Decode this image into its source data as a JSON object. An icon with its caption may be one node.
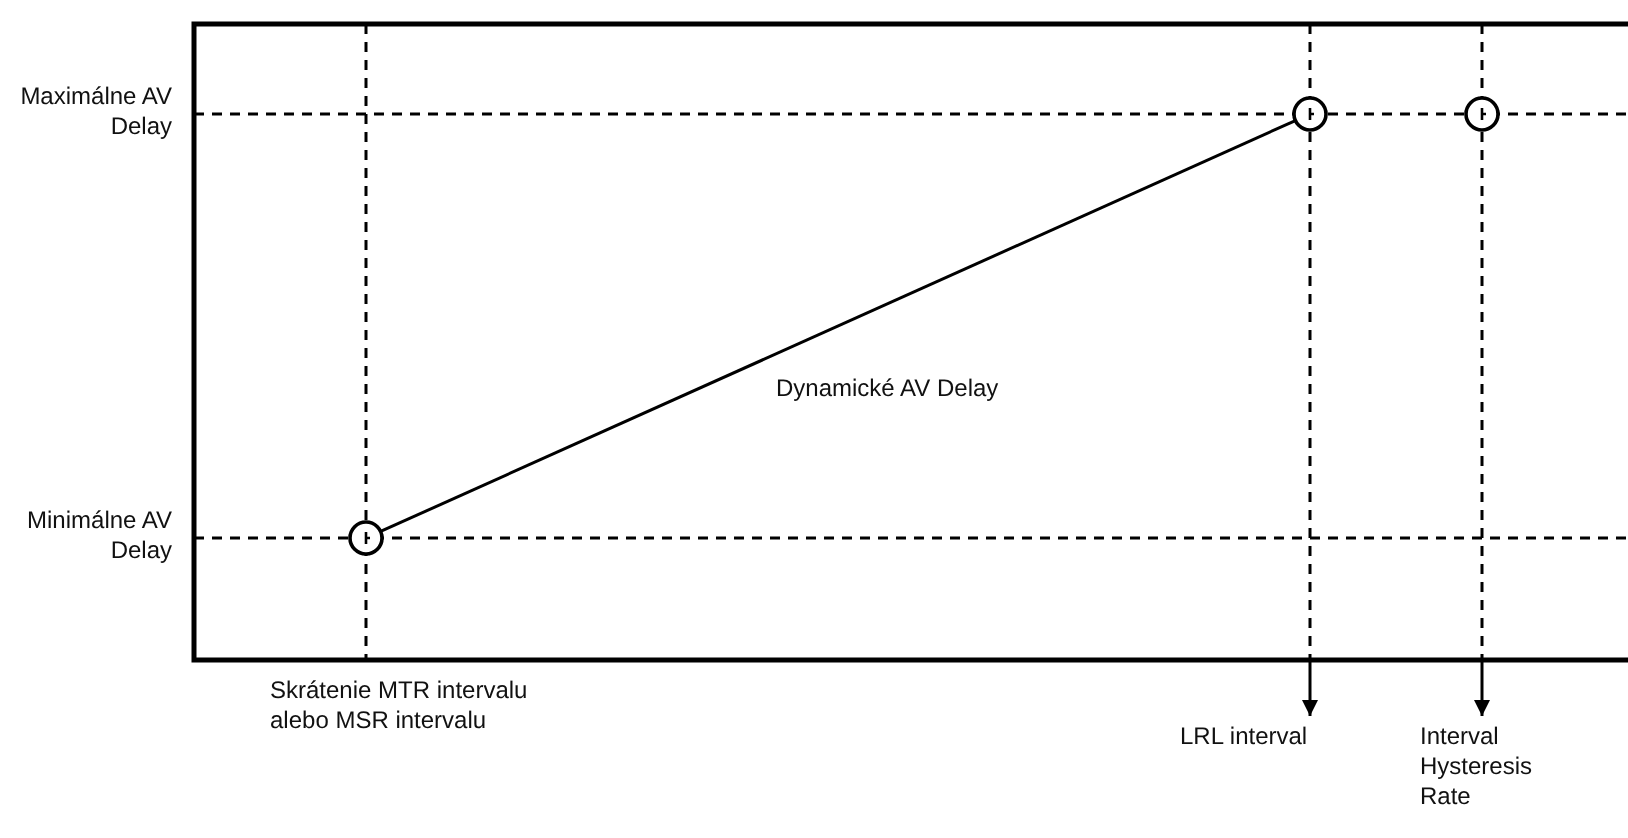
{
  "diagram": {
    "nodes": [
      {
        "text": [],
        "shape": "circle"
      },
      {
        "text": [],
        "shape": "circle"
      },
      {
        "text": [],
        "shape": "circle"
      },
      {
        "text": [
          "LRL interval"
        ]
      },
      {
        "text": [
          "Interval Hysteresis Rate"
        ]
      }
    ],
    "edges": [
      {
        "from": 0,
        "to": 1,
        "arrow": "none",
        "label": "Dynamické AV Delay"
      },
      {
        "from": null,
        "to": 3,
        "arrow": "to"
      },
      {
        "from": null,
        "to": 4,
        "arrow": "to"
      }
    ],
    "labels": [
      "Maximálne AV Delay",
      "Minimálne AV Delay",
      "Skrátenie MTR intervalu alebo MSR intervalu"
    ]
  }
}
